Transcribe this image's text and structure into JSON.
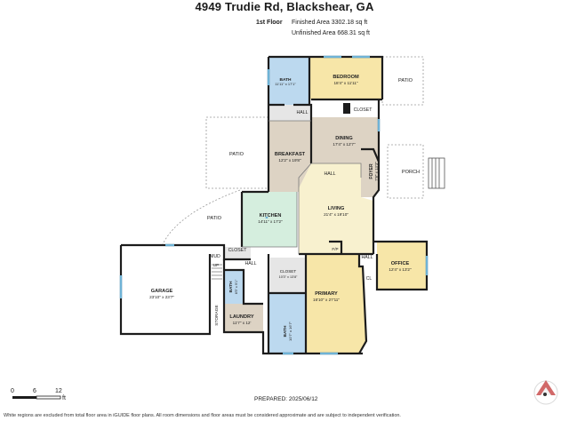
{
  "header": {
    "address": "4949 Trudie Rd, Blackshear, GA",
    "floor": "1st Floor",
    "finished_area": "Finished Area 3302.18 sq ft",
    "unfinished_area": "Unfinished Area 668.31 sq ft"
  },
  "rooms": {
    "bath_top": {
      "name": "BATH",
      "dims": "11'11\" x 17'1\""
    },
    "bedroom": {
      "name": "BEDROOM",
      "dims": "18'4\" x 11'11\""
    },
    "patio_ne": {
      "name": "PATIO"
    },
    "hall_top": {
      "name": "HALL"
    },
    "closet_top": {
      "name": "CLOSET"
    },
    "patio_w": {
      "name": "PATIO"
    },
    "breakfast": {
      "name": "BREAKFAST",
      "dims": "12'2\" x 19'8\""
    },
    "dining": {
      "name": "DINING",
      "dims": "17'4\" x 12'7\""
    },
    "hall_mid": {
      "name": "HALL"
    },
    "foyer": {
      "name": "FOYER",
      "dims": "7'8\" x 13'3\""
    },
    "porch": {
      "name": "PORCH"
    },
    "patio_sw": {
      "name": "PATIO"
    },
    "kitchen": {
      "name": "KITCHEN",
      "dims": "14'11\" x 17'2\""
    },
    "living": {
      "name": "LIVING",
      "dims": "21'4\" x 19'10\""
    },
    "fp": {
      "name": "F/P"
    },
    "closet_mud": {
      "name": "CLOSET"
    },
    "mud": {
      "name": "MUD"
    },
    "up": {
      "name": "UP"
    },
    "hall_left": {
      "name": "HALL"
    },
    "closet_mid": {
      "name": "CLOSET",
      "dims": "10'3\" x 13'8\""
    },
    "hall_right": {
      "name": "HALL"
    },
    "office": {
      "name": "OFFICE",
      "dims": "12'4\" x 13'2\""
    },
    "cl": {
      "name": "CL"
    },
    "garage": {
      "name": "GARAGE",
      "dims": "23'10\" x 23'7\""
    },
    "bath_small": {
      "name": "BATH",
      "dims": "6'5\" x 9'1\""
    },
    "storage": {
      "name": "STORAGE"
    },
    "laundry": {
      "name": "LAUNDRY",
      "dims": "11'7\" x 12'"
    },
    "primary": {
      "name": "PRIMARY",
      "dims": "16'10\" x 27'11\""
    },
    "bath_primary": {
      "name": "BATH",
      "dims": "10'7\" x 16'7\""
    }
  },
  "scale": {
    "labels": [
      "0",
      "6",
      "12"
    ],
    "unit": "ft"
  },
  "prepared": "PREPARED: 2025/06/12",
  "disclaimer": "White regions are excluded from total floor area in iGUIDE floor plans. All room dimensions and floor areas must be considered approximate and are subject to independent verification.",
  "colors": {
    "wall": "#1c1c1c",
    "bath": "#bcd9ef",
    "bedroom": "#f7e6a8",
    "dining": "#ddd3c4",
    "kitchen": "#d5eede",
    "living": "#f8f1cf",
    "office": "#f7e6a8",
    "closet": "#e6e6e6",
    "laundry": "#ddd3c4",
    "window": "#6fb3d6"
  }
}
